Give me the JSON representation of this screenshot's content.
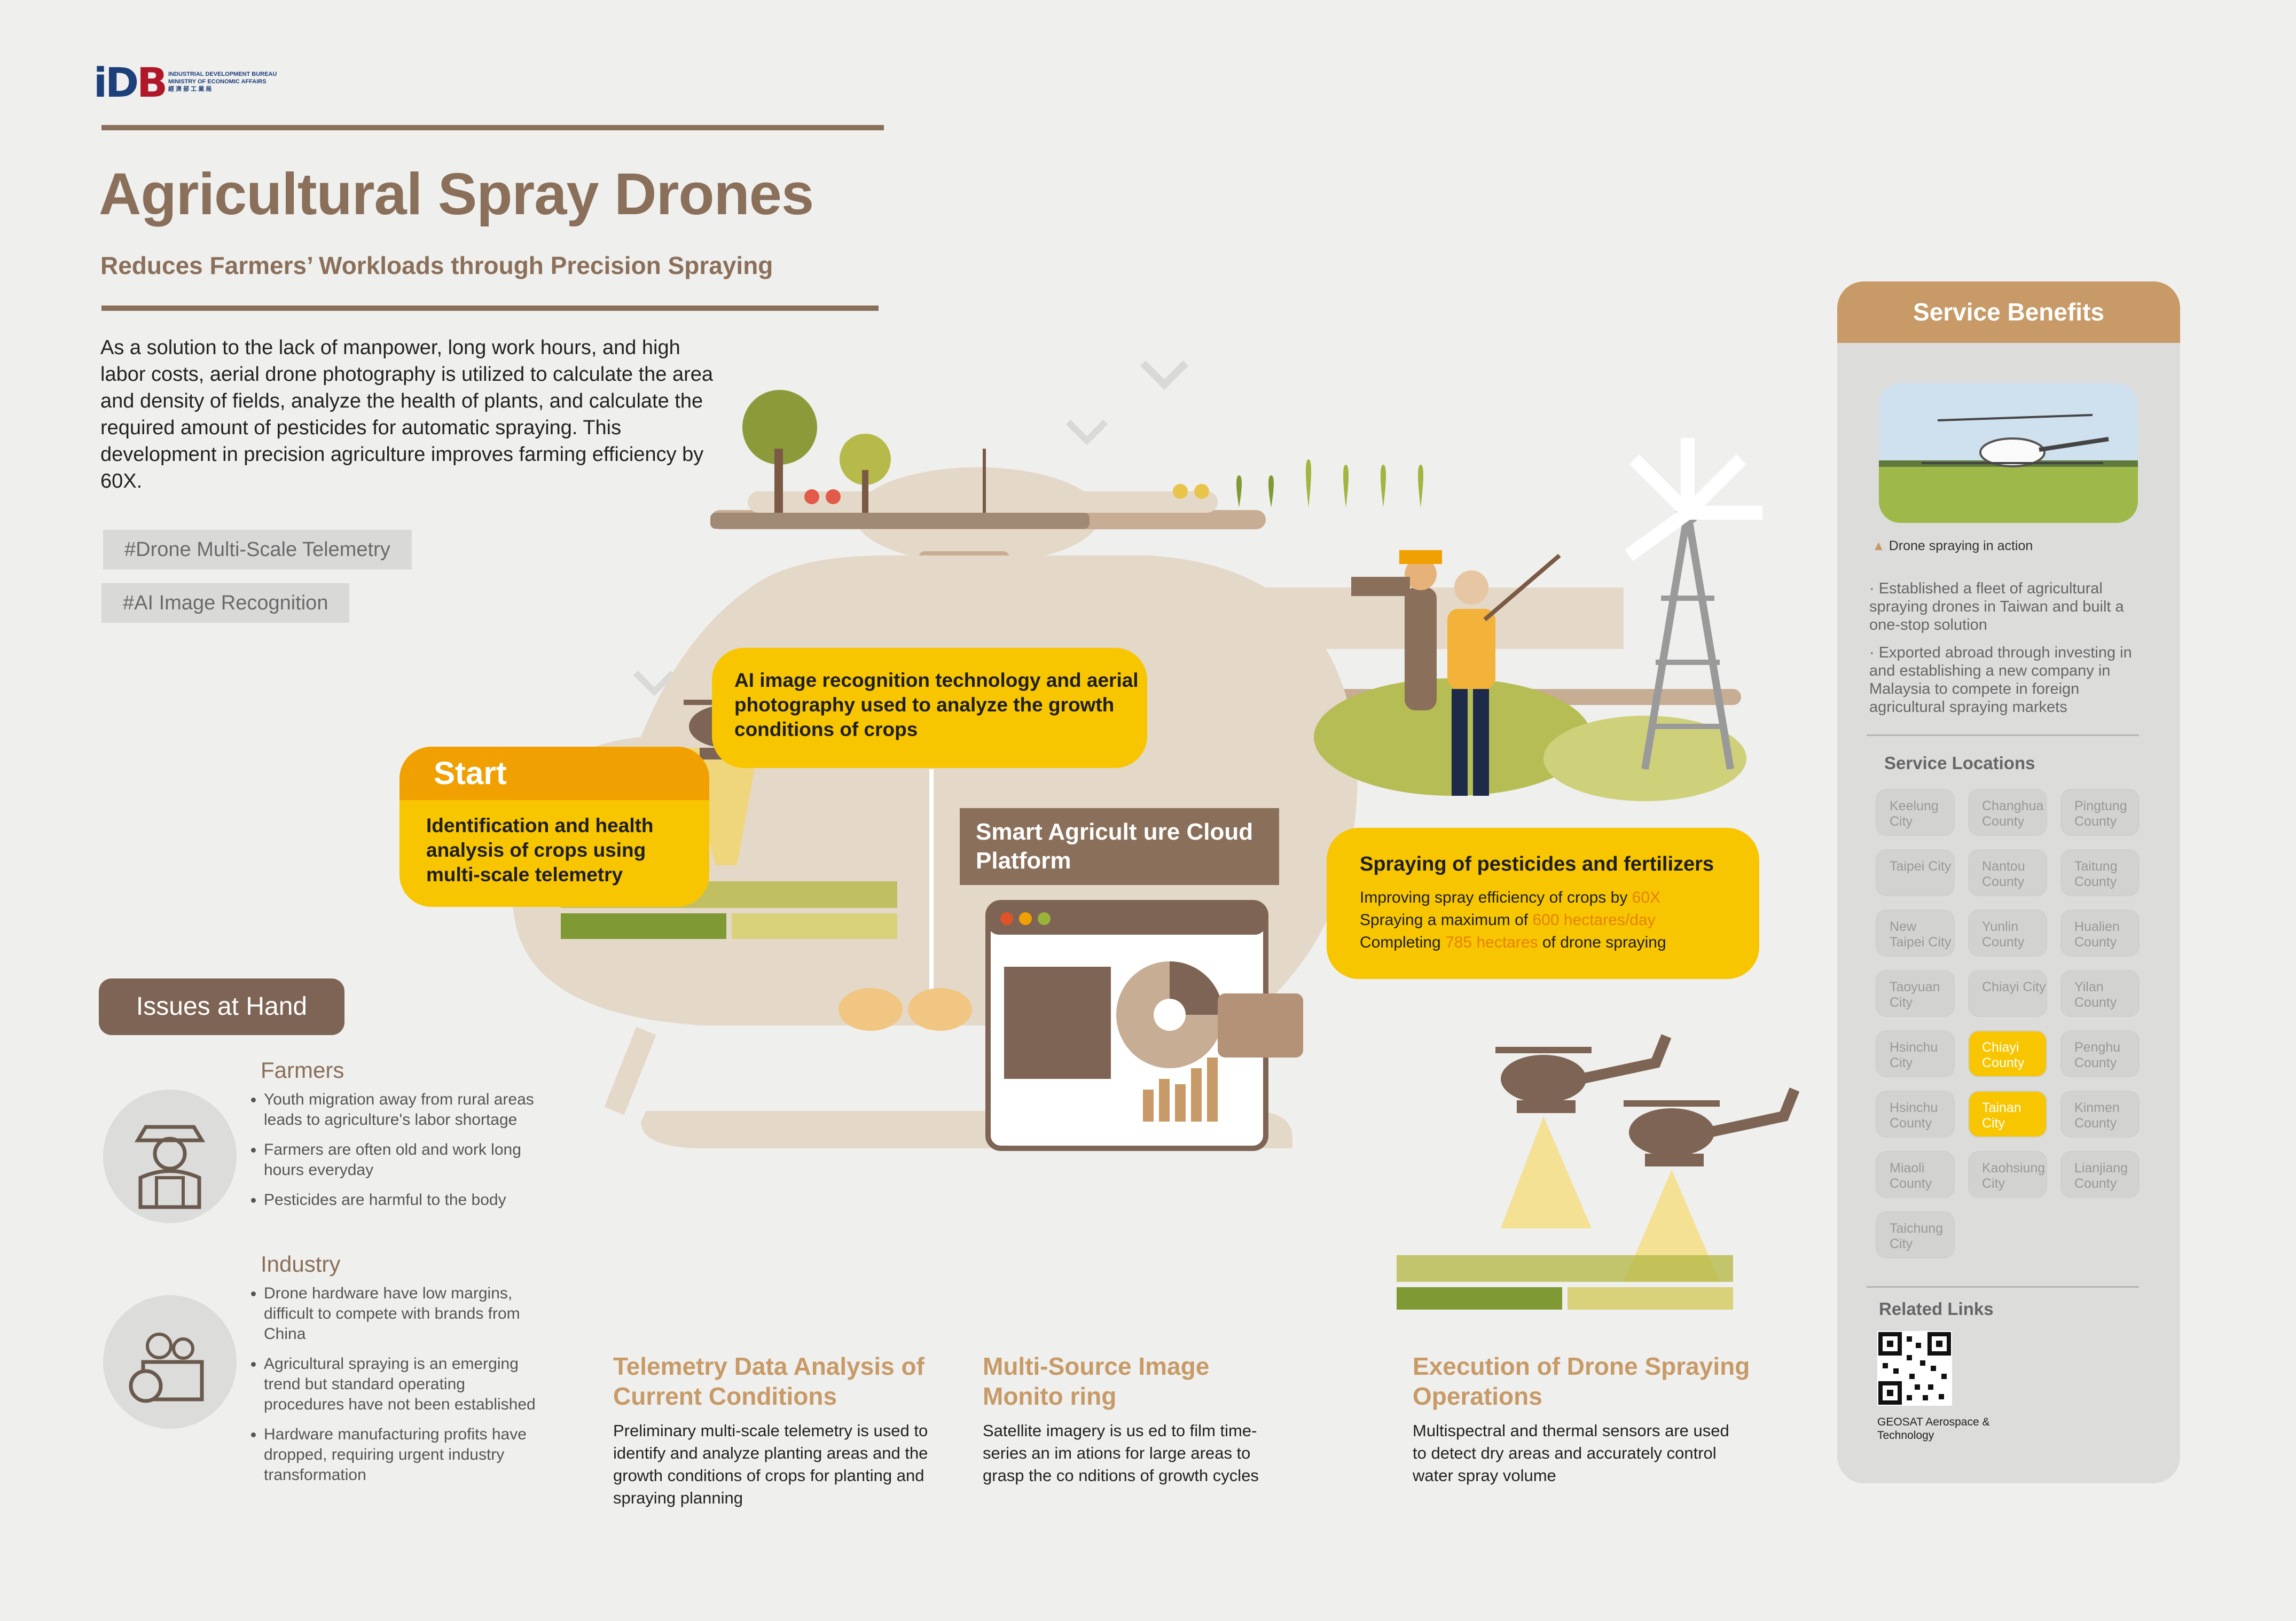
{
  "header": {
    "logo_text": "IDB",
    "org_line1": "INDUSTRIAL DEVELOPMENT BUREAU",
    "org_line2": "MINISTRY OF ECONOMIC AFFAIRS",
    "org_line3": "經 濟 部 工 業 局",
    "title": "Agricultural Spray Drones",
    "subtitle": "Reduces Farmers’ Workloads through Precision Spraying"
  },
  "intro": "As a solution to the lack of manpower, long work hours, and high labor costs, aerial drone photography is utilized to calculate the area and density of fields, analyze the health of plants, and calculate the required amount of pesticides for automatic spraying. This development in precision agriculture improves farming efficiency by 60X.",
  "tags": [
    "#Drone Multi-Scale Telemetry",
    "#AI Image Recognition"
  ],
  "issues": {
    "label": "Issues at Hand",
    "farmers": {
      "heading": "Farmers",
      "items": [
        "Youth migration away from rural areas leads to agriculture's labor shortage",
        "Farmers are often old and work long hours everyday",
        "Pesticides are harmful to the body"
      ]
    },
    "industry": {
      "heading": "Industry",
      "items": [
        "Drone hardware have low margins, difficult to compete with brands from China",
        "Agricultural spraying is an emerging trend but standard operating procedures have not been established",
        "Hardware manufacturing profits have dropped, requiring urgent industry transformation"
      ]
    }
  },
  "start": {
    "label": "Start",
    "text": "Identification and health analysis of crops using multi-scale telemetry"
  },
  "ai_callout": "AI image recognition technology and aerial photography used to analyze the growth conditions of crops",
  "cloud_platform": "Smart Agricult ure Cloud Platform",
  "spraying": {
    "heading": "Spraying of pesticides and fertilizers",
    "line1_pre": "Improving spray efficiency of crops by ",
    "line1_hl": "60X",
    "line2_pre": "Spraying a maximum of ",
    "line2_hl": "600 hectares/day",
    "line3_pre": "Completing ",
    "line3_hl": "785 hectares",
    "line3_post": " of drone spraying"
  },
  "columns": [
    {
      "title": "Telemetry Data Analysis of Current Conditions",
      "body": "Preliminary multi-scale telemetry is used to identify and analyze planting areas and the growth conditions of crops for planting and spraying planning"
    },
    {
      "title": "Multi-Source Image Monito ring",
      "body": "Satellite imagery is us ed to film time-series an im ations for large areas to grasp the co nditions of growth cycles"
    },
    {
      "title": "Execution of Drone Spraying Operations",
      "body": "Multispectral and thermal sensors are used to detect dry areas and accurately control water spray volume"
    }
  ],
  "service_benefits": {
    "heading": "Service Benefits",
    "photo_caption": "Drone spraying in action",
    "items": [
      "Established a fleet of agricultural spraying drones in Taiwan and built a one-stop solution",
      "Exported abroad through investing in and establishing a new company in Malaysia to compete in foreign agricultural spraying markets"
    ],
    "locations_heading": "Service Locations",
    "locations": [
      {
        "name": "Keelung City",
        "hl": false
      },
      {
        "name": "Changhua County",
        "hl": false
      },
      {
        "name": "Pingtung County",
        "hl": false
      },
      {
        "name": "Taipei City",
        "hl": false
      },
      {
        "name": "Nantou County",
        "hl": false
      },
      {
        "name": "Taitung County",
        "hl": false
      },
      {
        "name": "New Taipei City",
        "hl": false
      },
      {
        "name": "Yunlin County",
        "hl": false
      },
      {
        "name": "Hualien County",
        "hl": false
      },
      {
        "name": "Taoyuan City",
        "hl": false
      },
      {
        "name": "Chiayi City",
        "hl": false
      },
      {
        "name": "Yilan County",
        "hl": false
      },
      {
        "name": "Hsinchu City",
        "hl": false
      },
      {
        "name": "Chiayi County",
        "hl": true
      },
      {
        "name": "Penghu County",
        "hl": false
      },
      {
        "name": "Hsinchu County",
        "hl": false
      },
      {
        "name": "Tainan City",
        "hl": true
      },
      {
        "name": "Kinmen County",
        "hl": false
      },
      {
        "name": "Miaoli County",
        "hl": false
      },
      {
        "name": "Kaohsiung City",
        "hl": false
      },
      {
        "name": "Lianjiang County",
        "hl": false
      },
      {
        "name": "Taichung City",
        "hl": false
      }
    ],
    "related_heading": "Related Links",
    "company": "GEOSAT Aerospace & Technology"
  },
  "colors": {
    "brown": "#8a6f5a",
    "tan": "#c79a67",
    "yellow": "#f7c600",
    "orange": "#f0a000",
    "heli_body": "#e4d8c8"
  }
}
